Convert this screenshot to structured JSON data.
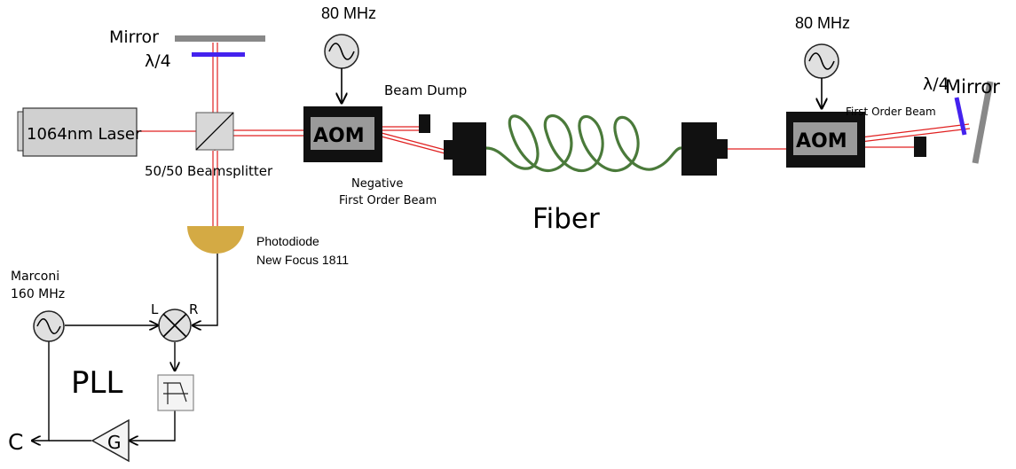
{
  "labels": {
    "mirror_left": "Mirror",
    "qwp_left": "λ/4",
    "freq_aom1": "80 MHz",
    "freq_aom2": "80 MHz",
    "mirror_right": "Mirror",
    "qwp_right": "λ/4",
    "laser": "1064nm Laser",
    "aom1": "AOM",
    "aom2": "AOM",
    "beam_dump": "Beam Dump",
    "beamsplitter": "50/50 Beamsplitter",
    "negative_beam_1": "Negative",
    "negative_beam_2": "First Order Beam",
    "first_order_beam": "First Order Beam",
    "fiber": "Fiber",
    "photodiode_1": "Photodiode",
    "photodiode_2": "New Focus 1811",
    "marconi_1": "Marconi",
    "marconi_2": "160 MHz",
    "mixer_l": "L",
    "mixer_r": "R",
    "pll": "PLL",
    "amp_g": "G",
    "output_c": "C"
  },
  "colors": {
    "beam": "#e02020",
    "waveplate": "#4422ee",
    "fiber": "#4a7a3a",
    "photodiode": "#d4aa44",
    "mirror": "#888888",
    "aom_body": "#111111",
    "aom_inner": "#9a9a9a",
    "laser_body": "#d0d0d0"
  },
  "icons": {
    "rf_source": "sine-wave-source-icon",
    "mixer": "mixer-cross-icon",
    "filter": "lowpass-filter-icon",
    "amplifier": "triangle-amplifier-icon"
  }
}
